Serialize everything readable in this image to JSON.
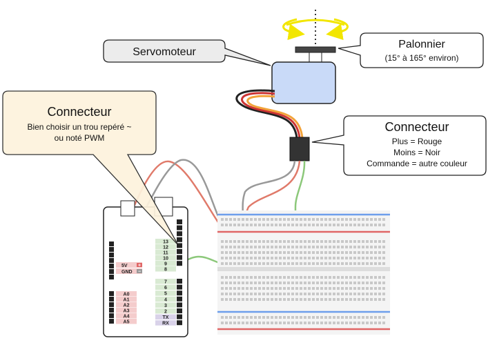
{
  "callouts": {
    "servo": {
      "title": "Servomoteur"
    },
    "horn": {
      "title": "Palonnier",
      "subtitle": "(15° à 165° environ)"
    },
    "board_connector": {
      "title": "Connecteur",
      "lines": [
        "Bien choisir un trou repéré ~",
        "ou noté PWM"
      ]
    },
    "servo_connector": {
      "title": "Connecteur",
      "lines": [
        "Plus = Rouge",
        "Moins = Noir",
        "Commande = autre couleur"
      ]
    }
  },
  "board": {
    "power_labels": [
      "5V",
      "GND"
    ],
    "power_symbols": [
      "+",
      "−"
    ],
    "digital_top": [
      "13",
      "12",
      "11",
      "10",
      "9",
      "8"
    ],
    "digital_bottom": [
      "7",
      "6",
      "5",
      "4",
      "3",
      "2",
      "TX",
      "RX"
    ],
    "analog": [
      "A0",
      "A1",
      "A2",
      "A3",
      "A4",
      "A5"
    ]
  },
  "colors": {
    "wire_red": "#e07a6a",
    "wire_gray": "#999999",
    "wire_green": "#8cc87a",
    "servo_body": "#c9daf8",
    "callout_warm": "#fdf3dd",
    "callout_gray": "#ececec",
    "rail_blue": "#6d9eeb",
    "rail_red": "#e06666",
    "rotation_arrow": "#f2e600"
  }
}
